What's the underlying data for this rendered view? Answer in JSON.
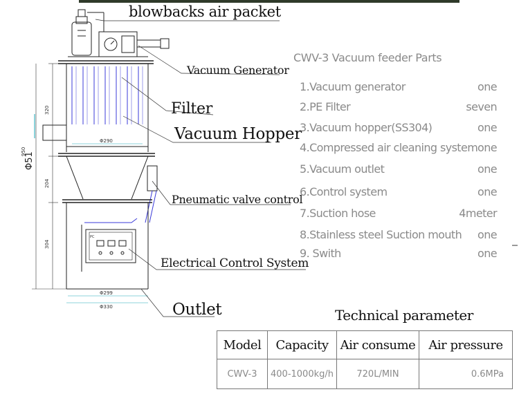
{
  "callouts": {
    "blowback": "blowbacks air packet",
    "vacuum_generator": "Vacuum Generator",
    "filter": "Filter",
    "vacuum_hopper": "Vacuum Hopper",
    "pneumatic_valve": "Pneumatic valve control",
    "electrical_control": "Electrical Control System",
    "outlet": "Outlet"
  },
  "dimensions": {
    "overall_height": "950",
    "upper_section": "320",
    "middle_section": "204",
    "lower_section": "304",
    "side_diameter": "Φ51",
    "hopper_diameter": "Φ290",
    "outlet_width_inner": "Φ299",
    "outlet_width_outer": "Φ330"
  },
  "parts_list": {
    "title": "CWV-3 Vacuum feeder Parts",
    "items": [
      {
        "name": "1.Vacuum generator",
        "qty": "one"
      },
      {
        "name": "2.PE Filter",
        "qty": "seven"
      },
      {
        "name": "3.Vacuum hopper(SS304)",
        "qty": "one"
      },
      {
        "name": "4.Compressed air cleaning system",
        "qty": "one"
      },
      {
        "name": "5.Vacuum outlet",
        "qty": "one"
      },
      {
        "name": "6.Control system",
        "qty": "one"
      },
      {
        "name": "7.Suction hose",
        "qty": "4meter"
      },
      {
        "name": "8.Stainless steel Suction mouth",
        "qty": "one"
      },
      {
        "name": "9. Swith",
        "qty": "one"
      }
    ]
  },
  "technical": {
    "title": "Technical parameter",
    "headers": [
      "Model",
      "Capacity",
      "Air consume",
      "Air pressure"
    ],
    "values": [
      "CWV-3",
      "400-1000kg/h",
      "720L/MIN",
      "0.6MPa"
    ]
  },
  "panel": {
    "label": "PC"
  },
  "colors": {
    "line": "#222222",
    "filter_blue": "#3a3ad8",
    "dim_cyan": "#1aa8b8",
    "text_gray": "#8a8a8a",
    "banner_green": "#2f3a2a"
  }
}
